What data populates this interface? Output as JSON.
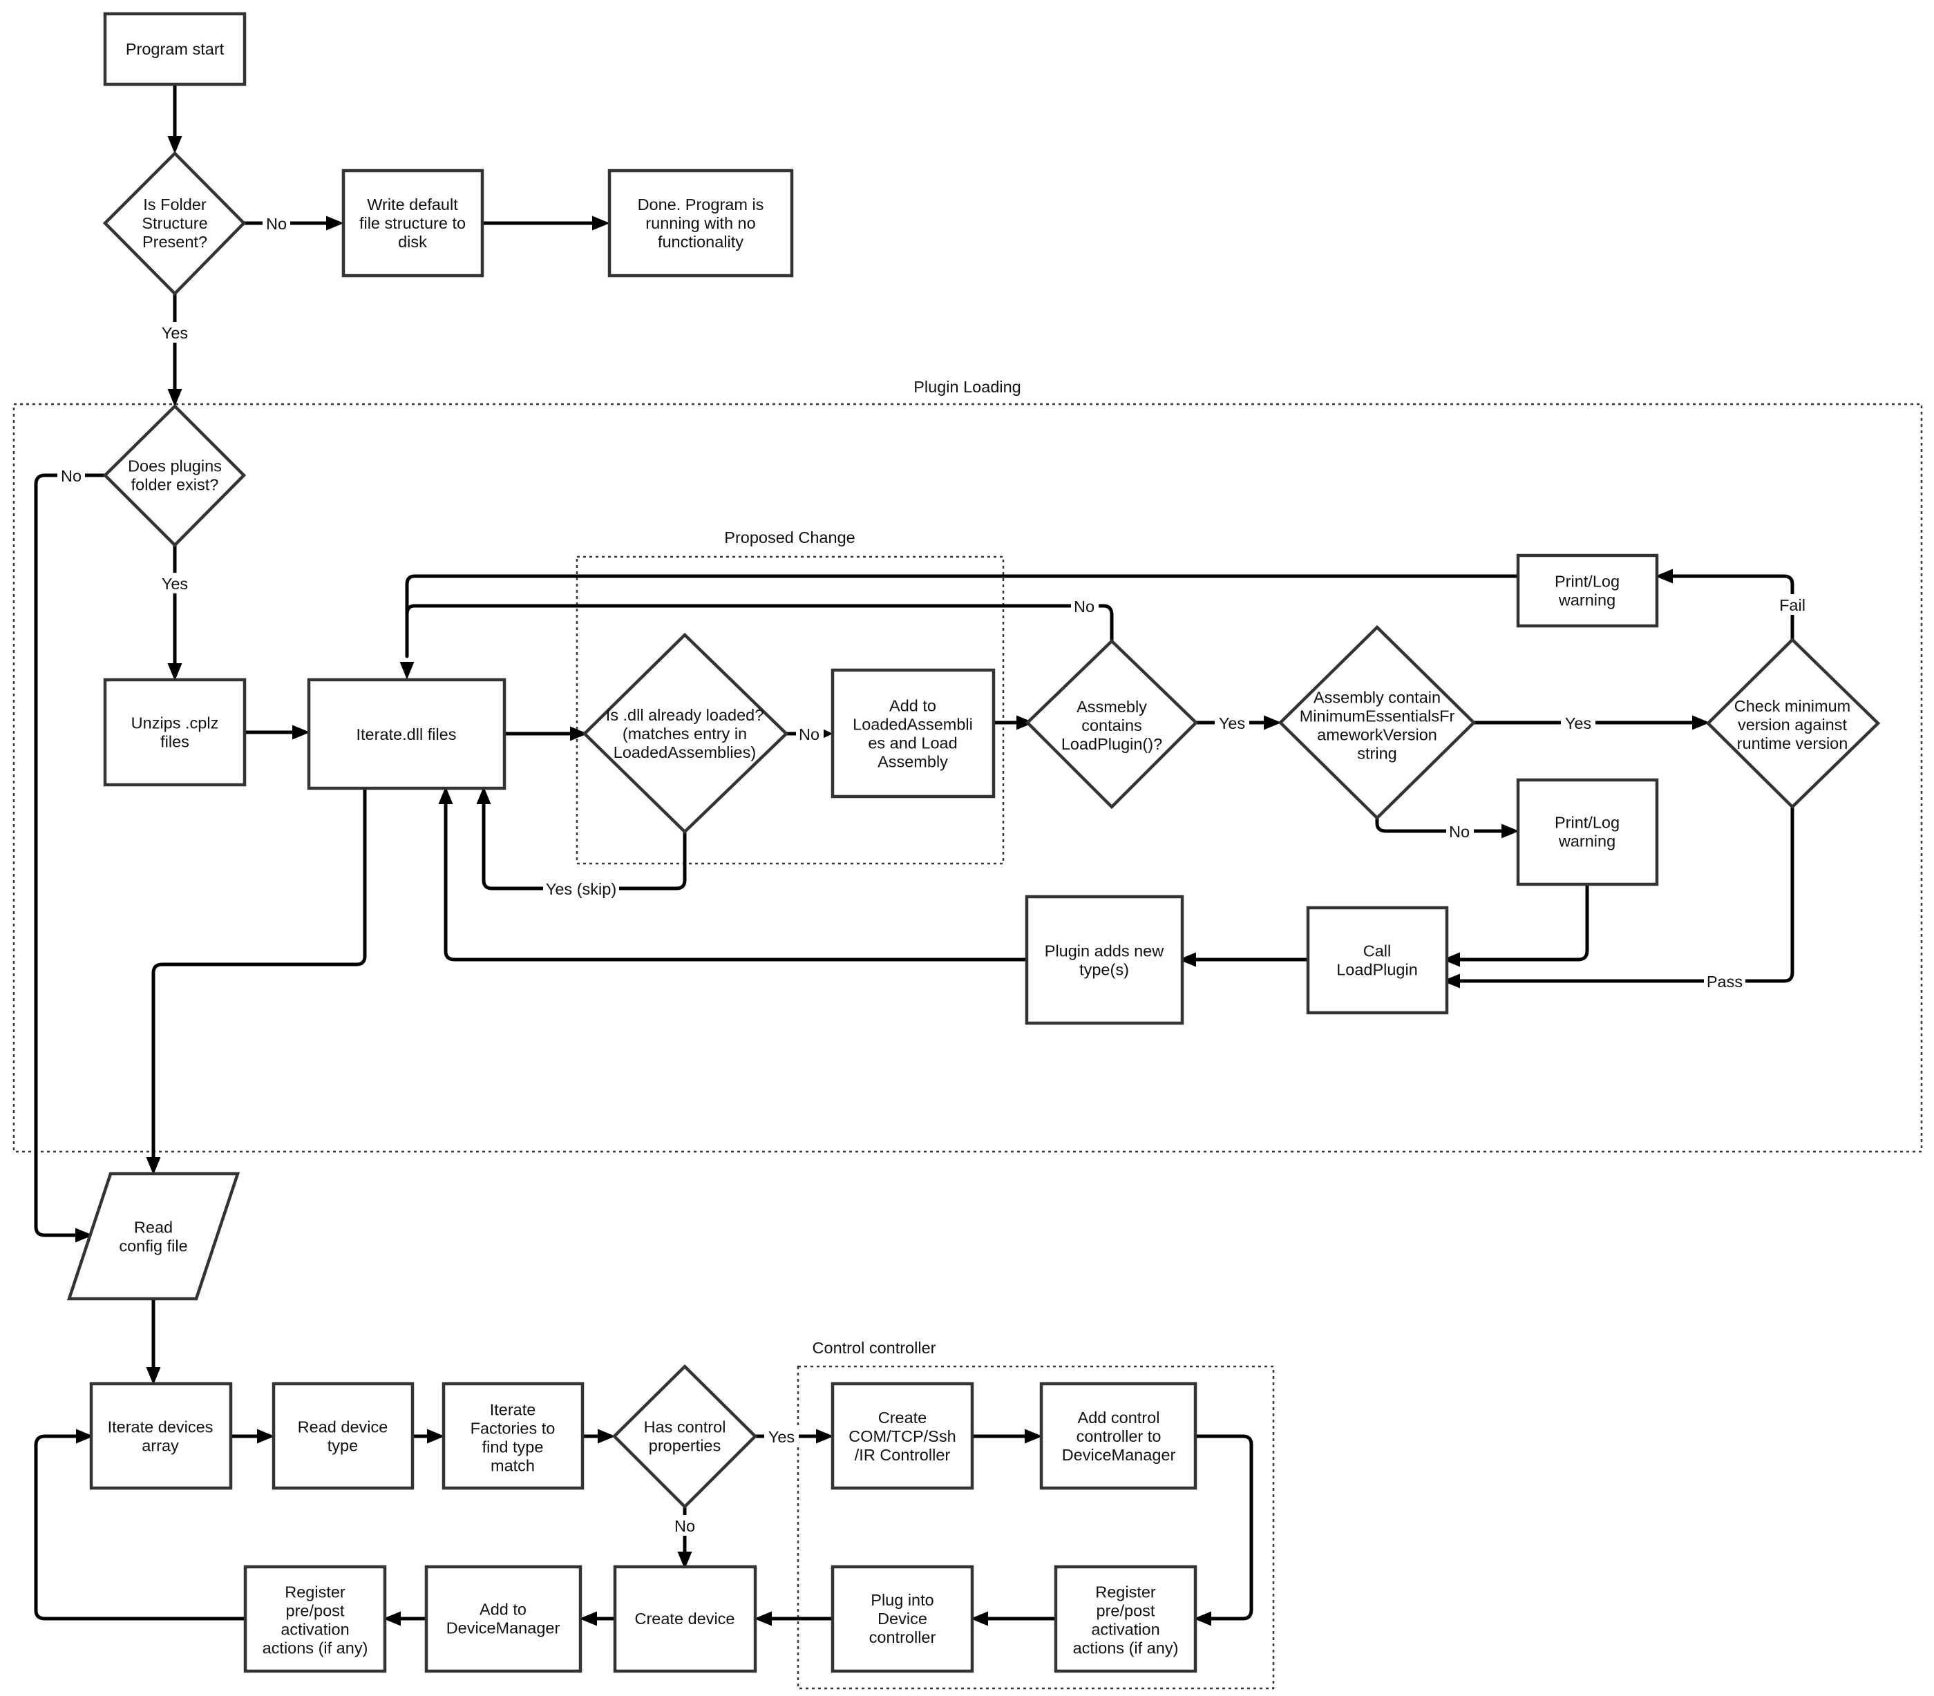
{
  "groups": {
    "plugin_loading": "Plugin Loading",
    "proposed_change": "Proposed Change",
    "control_controller": "Control controller"
  },
  "nodes": {
    "program_start": [
      "Program start"
    ],
    "folder_present": [
      "Is Folder",
      "Structure",
      "Present?"
    ],
    "write_default": [
      "Write default",
      "file structure to",
      "disk"
    ],
    "done_no_func": [
      "Done.  Program is",
      "running with no",
      "functionality"
    ],
    "plugins_exist": [
      "Does plugins",
      "folder exist?"
    ],
    "unzip": [
      "Unzips .cplz",
      "files"
    ],
    "iterate_dll": [
      "Iterate.dll files"
    ],
    "dll_loaded": [
      "Is .dll already loaded?",
      "(matches entry in",
      "LoadedAssemblies)"
    ],
    "add_loaded": [
      "Add to",
      "LoadedAssembli",
      "es and Load",
      "Assembly"
    ],
    "contains_loadplugin": [
      "Assmebly",
      "contains",
      "LoadPlugin()?"
    ],
    "contains_version": [
      "Assembly contain",
      "MinimumEssentialsFr",
      "ameworkVersion",
      "string"
    ],
    "check_version": [
      "Check minimum",
      "version against",
      "runtime version"
    ],
    "print_log_top": [
      "Print/Log",
      "warning"
    ],
    "print_log_mid": [
      "Print/Log",
      "warning"
    ],
    "call_loadplugin": [
      "Call",
      "LoadPlugin"
    ],
    "plugin_adds_types": [
      "Plugin adds new",
      "type(s)"
    ],
    "read_config": [
      "Read",
      "config file"
    ],
    "iterate_devices": [
      "Iterate devices",
      "array"
    ],
    "read_device_type": [
      "Read device",
      "type"
    ],
    "iterate_factories": [
      "Iterate",
      "Factories to",
      "find type",
      "match"
    ],
    "has_control": [
      "Has control",
      "properties"
    ],
    "create_controller": [
      "Create",
      "COM/TCP/Ssh",
      "/IR Controller"
    ],
    "add_controller": [
      "Add control",
      "controller to",
      "DeviceManager"
    ],
    "register_ctrl": [
      "Register",
      "pre/post",
      "activation",
      "actions (if any)"
    ],
    "plug_into": [
      "Plug into",
      "Device",
      "controller"
    ],
    "create_device": [
      "Create device"
    ],
    "add_devicemanager": [
      "Add to",
      "DeviceManager"
    ],
    "register_device": [
      "Register",
      "pre/post",
      "activation",
      "actions (if any)"
    ]
  },
  "edge_labels": {
    "folder_no": "No",
    "folder_yes": "Yes",
    "plugins_no": "No",
    "plugins_yes": "Yes",
    "dll_no": "No",
    "dll_yes_skip": "Yes (skip)",
    "loadplugin_no": "No",
    "loadplugin_yes": "Yes",
    "version_yes": "Yes",
    "version_no": "No",
    "check_fail": "Fail",
    "check_pass": "Pass",
    "control_yes": "Yes",
    "control_no": "No"
  },
  "colors": {
    "stroke": "#333333",
    "edge": "#000000",
    "fill": "#ffffff",
    "text": "#111111"
  }
}
